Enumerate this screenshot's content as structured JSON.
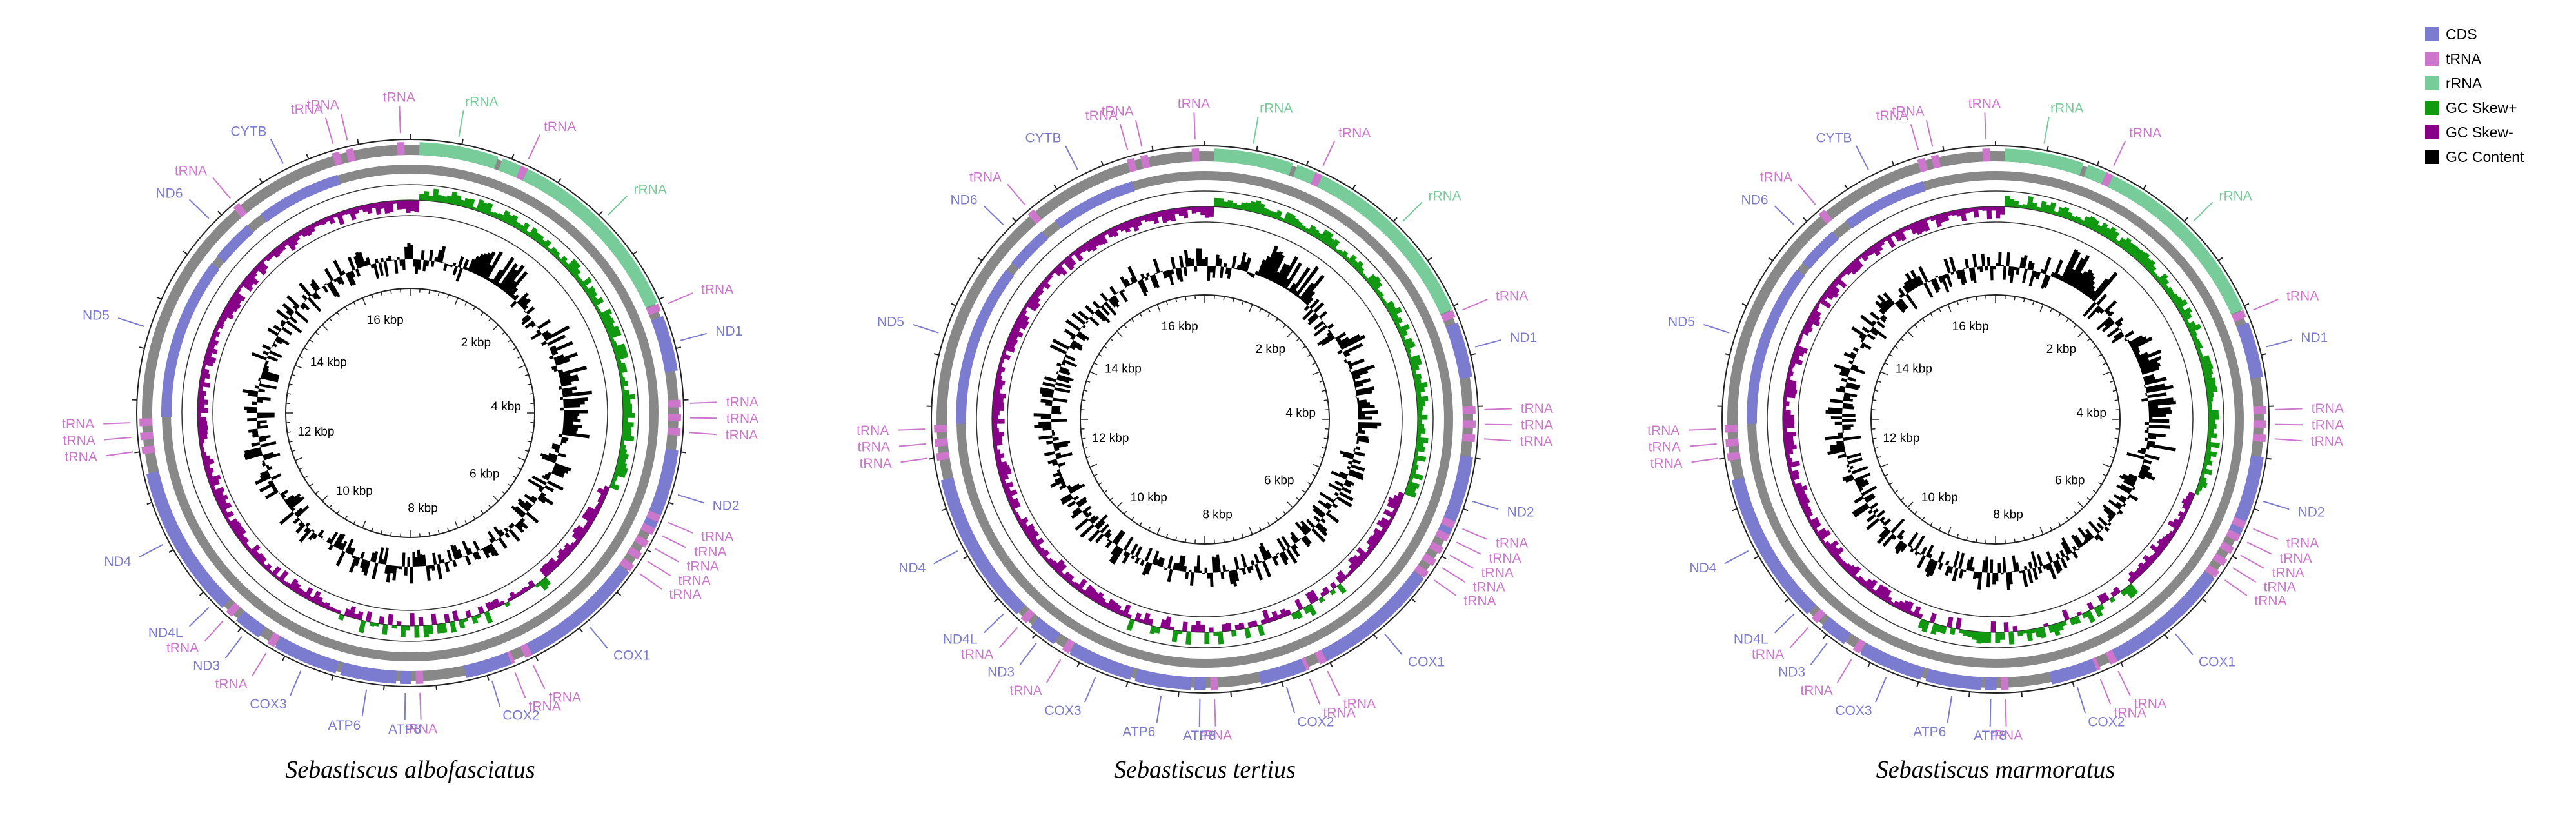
{
  "legend": {
    "items": [
      {
        "label": "CDS",
        "color": "#7b7bd0"
      },
      {
        "label": "tRNA",
        "color": "#cc77cc"
      },
      {
        "label": "rRNA",
        "color": "#77cc99"
      },
      {
        "label": "GC Skew+",
        "color": "#119911"
      },
      {
        "label": "GC Skew-",
        "color": "#880088"
      },
      {
        "label": "GC Content",
        "color": "#000000"
      }
    ]
  },
  "colors": {
    "cds": "#7b7bd0",
    "trna": "#cc77cc",
    "rrna": "#77cc99",
    "skew_pos": "#119911",
    "skew_neg": "#880088",
    "gc": "#000000",
    "backbone": "#888888"
  },
  "tick_labels": [
    "2 kbp",
    "4 kbp",
    "6 kbp",
    "8 kbp",
    "10 kbp",
    "12 kbp",
    "14 kbp",
    "16 kbp"
  ],
  "genomes": [
    {
      "species": "Sebastiscus albofasciatus",
      "features": [
        {
          "label": "rRNA",
          "type": "rrna",
          "deg": 10
        },
        {
          "label": "tRNA",
          "type": "trna",
          "deg": 25
        },
        {
          "label": "rRNA",
          "type": "rrna",
          "deg": 45
        },
        {
          "label": "tRNA",
          "type": "trna",
          "deg": 67
        },
        {
          "label": "ND1",
          "type": "cds",
          "deg": 75
        },
        {
          "label": "tRNA",
          "type": "trna",
          "deg": 88
        },
        {
          "label": "tRNA",
          "type": "trna",
          "deg": 91
        },
        {
          "label": "tRNA",
          "type": "trna",
          "deg": 94
        },
        {
          "label": "ND2",
          "type": "cds",
          "deg": 107
        },
        {
          "label": "tRNA",
          "type": "trna",
          "deg": 113
        },
        {
          "label": "tRNA",
          "type": "trna",
          "deg": 116
        },
        {
          "label": "tRNA",
          "type": "trna",
          "deg": 119
        },
        {
          "label": "tRNA",
          "type": "trna",
          "deg": 122
        },
        {
          "label": "tRNA",
          "type": "trna",
          "deg": 125
        },
        {
          "label": "COX1",
          "type": "cds",
          "deg": 140
        },
        {
          "label": "tRNA",
          "type": "trna",
          "deg": 154
        },
        {
          "label": "tRNA",
          "type": "trna",
          "deg": 158
        },
        {
          "label": "COX2",
          "type": "cds",
          "deg": 163
        },
        {
          "label": "tRNA",
          "type": "trna",
          "deg": 178
        },
        {
          "label": "ATP8",
          "type": "cds",
          "deg": 181
        },
        {
          "label": "ATP6",
          "type": "cds",
          "deg": 189
        },
        {
          "label": "COX3",
          "type": "cds",
          "deg": 203
        },
        {
          "label": "tRNA",
          "type": "trna",
          "deg": 211
        },
        {
          "label": "ND3",
          "type": "cds",
          "deg": 217
        },
        {
          "label": "tRNA",
          "type": "trna",
          "deg": 222
        },
        {
          "label": "ND4L",
          "type": "cds",
          "deg": 226
        },
        {
          "label": "ND4",
          "type": "cds",
          "deg": 242
        },
        {
          "label": "tRNA",
          "type": "trna",
          "deg": 262
        },
        {
          "label": "tRNA",
          "type": "trna",
          "deg": 265
        },
        {
          "label": "tRNA",
          "type": "trna",
          "deg": 268
        },
        {
          "label": "ND5",
          "type": "cds",
          "deg": 288
        },
        {
          "label": "ND6",
          "type": "cds",
          "deg": 314
        },
        {
          "label": "tRNA",
          "type": "trna",
          "deg": 320
        },
        {
          "label": "CYTB",
          "type": "cds",
          "deg": 333
        },
        {
          "label": "tRNA",
          "type": "trna",
          "deg": 344
        },
        {
          "label": "tRNA",
          "type": "trna",
          "deg": 347
        },
        {
          "label": "tRNA",
          "type": "trna",
          "deg": 358
        }
      ]
    },
    {
      "species": "Sebastiscus tertius",
      "features": [
        {
          "label": "rRNA",
          "type": "rrna",
          "deg": 10
        },
        {
          "label": "tRNA",
          "type": "trna",
          "deg": 25
        },
        {
          "label": "rRNA",
          "type": "rrna",
          "deg": 45
        },
        {
          "label": "tRNA",
          "type": "trna",
          "deg": 67
        },
        {
          "label": "ND1",
          "type": "cds",
          "deg": 75
        },
        {
          "label": "tRNA",
          "type": "trna",
          "deg": 88
        },
        {
          "label": "tRNA",
          "type": "trna",
          "deg": 91
        },
        {
          "label": "tRNA",
          "type": "trna",
          "deg": 94
        },
        {
          "label": "ND2",
          "type": "cds",
          "deg": 107
        },
        {
          "label": "tRNA",
          "type": "trna",
          "deg": 113
        },
        {
          "label": "tRNA",
          "type": "trna",
          "deg": 116
        },
        {
          "label": "tRNA",
          "type": "trna",
          "deg": 119
        },
        {
          "label": "tRNA",
          "type": "trna",
          "deg": 122
        },
        {
          "label": "tRNA",
          "type": "trna",
          "deg": 125
        },
        {
          "label": "COX1",
          "type": "cds",
          "deg": 140
        },
        {
          "label": "tRNA",
          "type": "trna",
          "deg": 154
        },
        {
          "label": "tRNA",
          "type": "trna",
          "deg": 158
        },
        {
          "label": "COX2",
          "type": "cds",
          "deg": 163
        },
        {
          "label": "tRNA",
          "type": "trna",
          "deg": 178
        },
        {
          "label": "ATP8",
          "type": "cds",
          "deg": 181
        },
        {
          "label": "ATP6",
          "type": "cds",
          "deg": 189
        },
        {
          "label": "COX3",
          "type": "cds",
          "deg": 203
        },
        {
          "label": "tRNA",
          "type": "trna",
          "deg": 211
        },
        {
          "label": "ND3",
          "type": "cds",
          "deg": 217
        },
        {
          "label": "tRNA",
          "type": "trna",
          "deg": 222
        },
        {
          "label": "ND4L",
          "type": "cds",
          "deg": 226
        },
        {
          "label": "ND4",
          "type": "cds",
          "deg": 242
        },
        {
          "label": "tRNA",
          "type": "trna",
          "deg": 262
        },
        {
          "label": "tRNA",
          "type": "trna",
          "deg": 265
        },
        {
          "label": "tRNA",
          "type": "trna",
          "deg": 268
        },
        {
          "label": "ND5",
          "type": "cds",
          "deg": 288
        },
        {
          "label": "ND6",
          "type": "cds",
          "deg": 314
        },
        {
          "label": "tRNA",
          "type": "trna",
          "deg": 320
        },
        {
          "label": "CYTB",
          "type": "cds",
          "deg": 333
        },
        {
          "label": "tRNA",
          "type": "trna",
          "deg": 344
        },
        {
          "label": "tRNA",
          "type": "trna",
          "deg": 347
        },
        {
          "label": "tRNA",
          "type": "trna",
          "deg": 358
        }
      ]
    },
    {
      "species": "Sebastiscus marmoratus",
      "features": [
        {
          "label": "rRNA",
          "type": "rrna",
          "deg": 10
        },
        {
          "label": "tRNA",
          "type": "trna",
          "deg": 25
        },
        {
          "label": "rRNA",
          "type": "rrna",
          "deg": 45
        },
        {
          "label": "tRNA",
          "type": "trna",
          "deg": 67
        },
        {
          "label": "ND1",
          "type": "cds",
          "deg": 75
        },
        {
          "label": "tRNA",
          "type": "trna",
          "deg": 88
        },
        {
          "label": "tRNA",
          "type": "trna",
          "deg": 91
        },
        {
          "label": "tRNA",
          "type": "trna",
          "deg": 94
        },
        {
          "label": "ND2",
          "type": "cds",
          "deg": 107
        },
        {
          "label": "tRNA",
          "type": "trna",
          "deg": 113
        },
        {
          "label": "tRNA",
          "type": "trna",
          "deg": 116
        },
        {
          "label": "tRNA",
          "type": "trna",
          "deg": 119
        },
        {
          "label": "tRNA",
          "type": "trna",
          "deg": 122
        },
        {
          "label": "tRNA",
          "type": "trna",
          "deg": 125
        },
        {
          "label": "COX1",
          "type": "cds",
          "deg": 140
        },
        {
          "label": "tRNA",
          "type": "trna",
          "deg": 154
        },
        {
          "label": "tRNA",
          "type": "trna",
          "deg": 158
        },
        {
          "label": "COX2",
          "type": "cds",
          "deg": 163
        },
        {
          "label": "tRNA",
          "type": "trna",
          "deg": 178
        },
        {
          "label": "ATP8",
          "type": "cds",
          "deg": 181
        },
        {
          "label": "ATP6",
          "type": "cds",
          "deg": 189
        },
        {
          "label": "COX3",
          "type": "cds",
          "deg": 203
        },
        {
          "label": "tRNA",
          "type": "trna",
          "deg": 211
        },
        {
          "label": "ND3",
          "type": "cds",
          "deg": 217
        },
        {
          "label": "tRNA",
          "type": "trna",
          "deg": 222
        },
        {
          "label": "ND4L",
          "type": "cds",
          "deg": 226
        },
        {
          "label": "ND4",
          "type": "cds",
          "deg": 242
        },
        {
          "label": "tRNA",
          "type": "trna",
          "deg": 262
        },
        {
          "label": "tRNA",
          "type": "trna",
          "deg": 265
        },
        {
          "label": "tRNA",
          "type": "trna",
          "deg": 268
        },
        {
          "label": "ND5",
          "type": "cds",
          "deg": 288
        },
        {
          "label": "ND6",
          "type": "cds",
          "deg": 314
        },
        {
          "label": "tRNA",
          "type": "trna",
          "deg": 320
        },
        {
          "label": "CYTB",
          "type": "cds",
          "deg": 333
        },
        {
          "label": "tRNA",
          "type": "trna",
          "deg": 344
        },
        {
          "label": "tRNA",
          "type": "trna",
          "deg": 347
        },
        {
          "label": "tRNA",
          "type": "trna",
          "deg": 358
        }
      ]
    }
  ]
}
